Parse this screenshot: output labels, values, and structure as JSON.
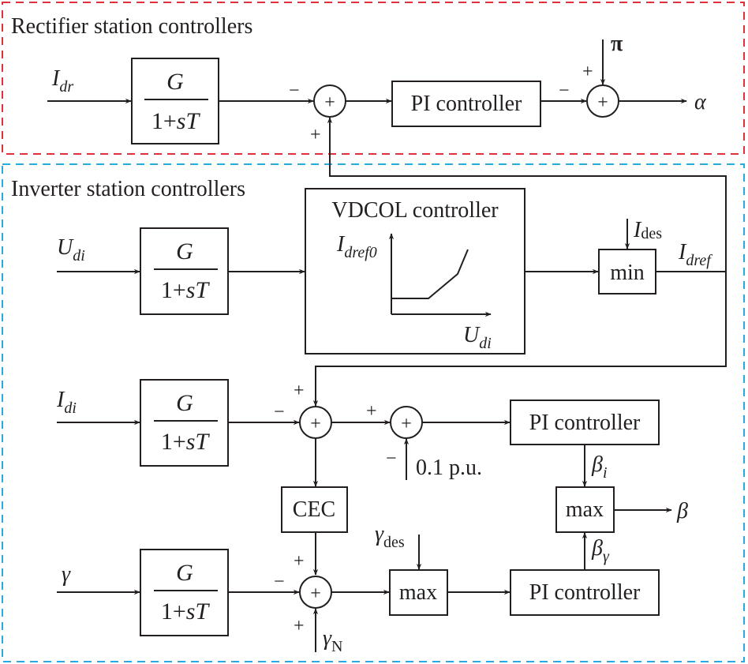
{
  "regions": {
    "rectifier": {
      "title": "Rectifier station controllers",
      "border_color": "#e0303a"
    },
    "inverter": {
      "title": "Inverter station controllers",
      "border_color": "#29a9e0"
    }
  },
  "filter_block": {
    "numerator": "G",
    "denominator_prefix": "1+",
    "denominator_var": "sT"
  },
  "signals": {
    "idr": {
      "main": "I",
      "sub": "dr"
    },
    "udi": {
      "main": "U",
      "sub": "di"
    },
    "idi": {
      "main": "I",
      "sub": "di"
    },
    "gamma": {
      "main": "γ"
    },
    "pi_const": "π",
    "alpha": "α",
    "ides": {
      "main": "I",
      "sub": "des"
    },
    "idref": {
      "main": "I",
      "sub": "dref"
    },
    "idref0": {
      "main": "I",
      "sub": "dref0"
    },
    "udi_axis": {
      "main": "U",
      "sub": "di"
    },
    "offset": "0.1 p.u.",
    "beta_i": {
      "main": "β",
      "sub": "i"
    },
    "beta_gamma": {
      "main": "β",
      "sub": "γ"
    },
    "beta": "β",
    "gamma_des": {
      "main": "γ",
      "sub": "des"
    },
    "gamma_n": {
      "main": "γ",
      "sub": "N"
    }
  },
  "blocks": {
    "pi_rect": "PI controller",
    "vdcol": "VDCOL controller",
    "min": "min",
    "pi_current": "PI controller",
    "cec": "CEC",
    "max_beta": "max",
    "max_gamma": "max",
    "pi_gamma": "PI controller"
  },
  "summer_symbol": "+",
  "signs": {
    "plus": "+",
    "minus": "−"
  }
}
